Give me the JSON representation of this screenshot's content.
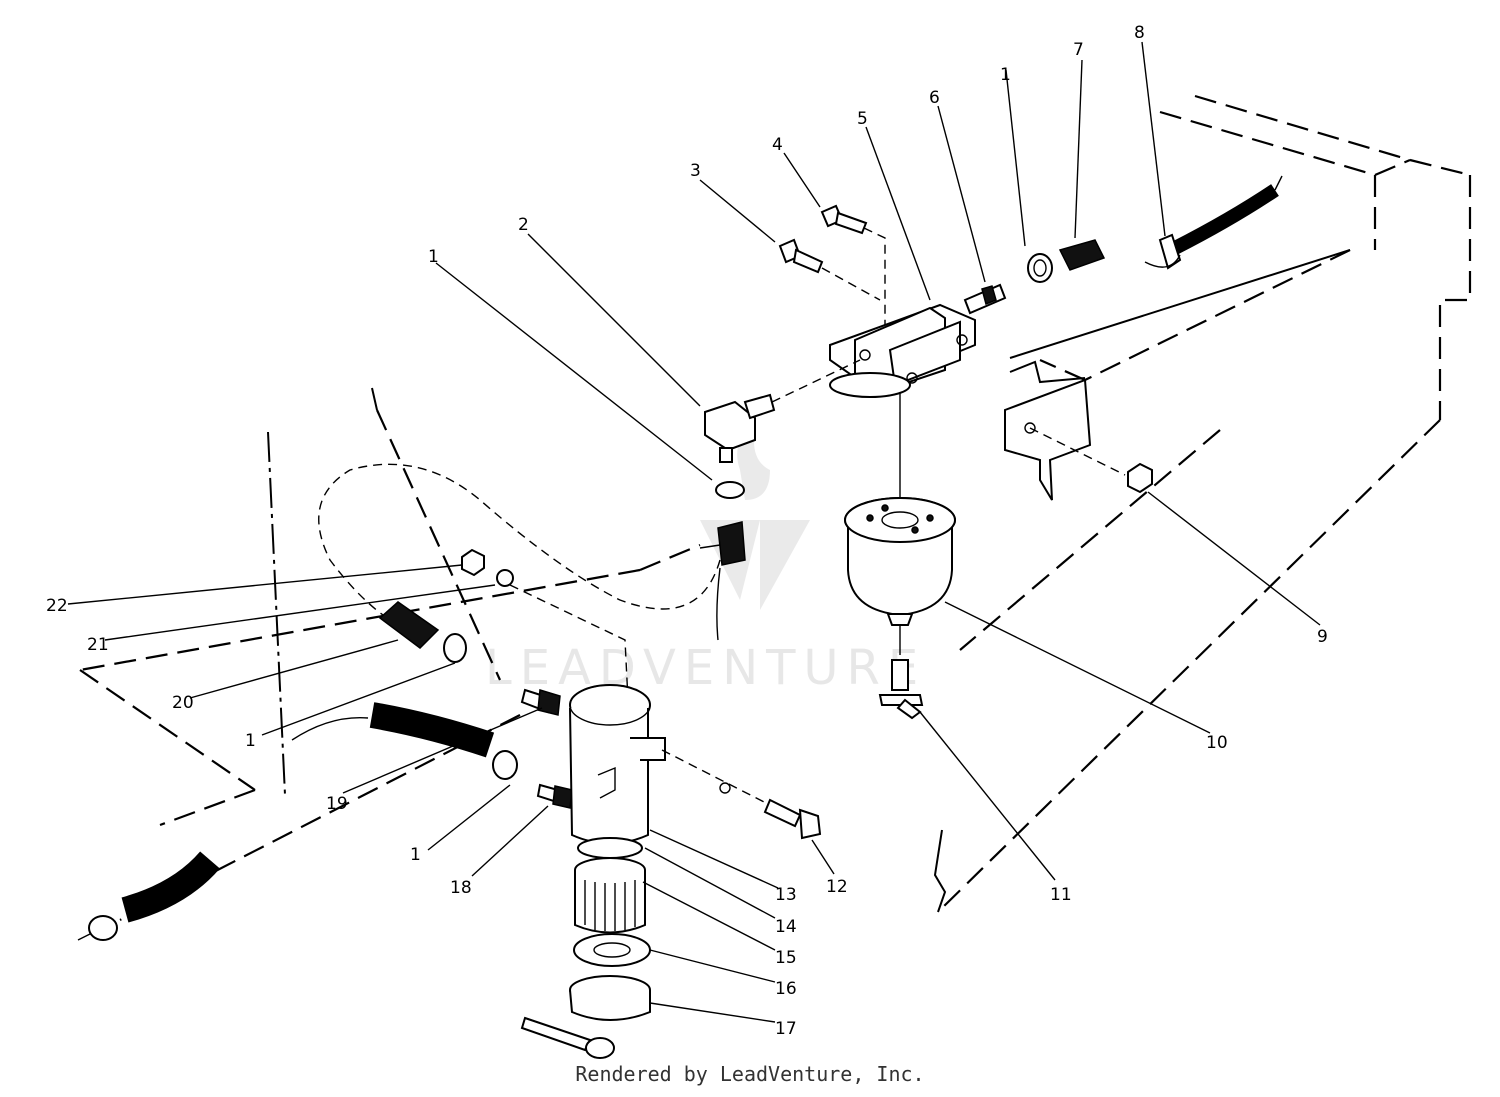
{
  "diagram": {
    "callouts": [
      "1",
      "2",
      "3",
      "4",
      "5",
      "6",
      "1",
      "7",
      "8",
      "9",
      "10",
      "11",
      "12",
      "13",
      "14",
      "15",
      "16",
      "17",
      "18",
      "1",
      "19",
      "1",
      "20",
      "21",
      "22"
    ],
    "watermark": "LEADVENTURE",
    "footer": "Rendered by LeadVenture, Inc."
  }
}
